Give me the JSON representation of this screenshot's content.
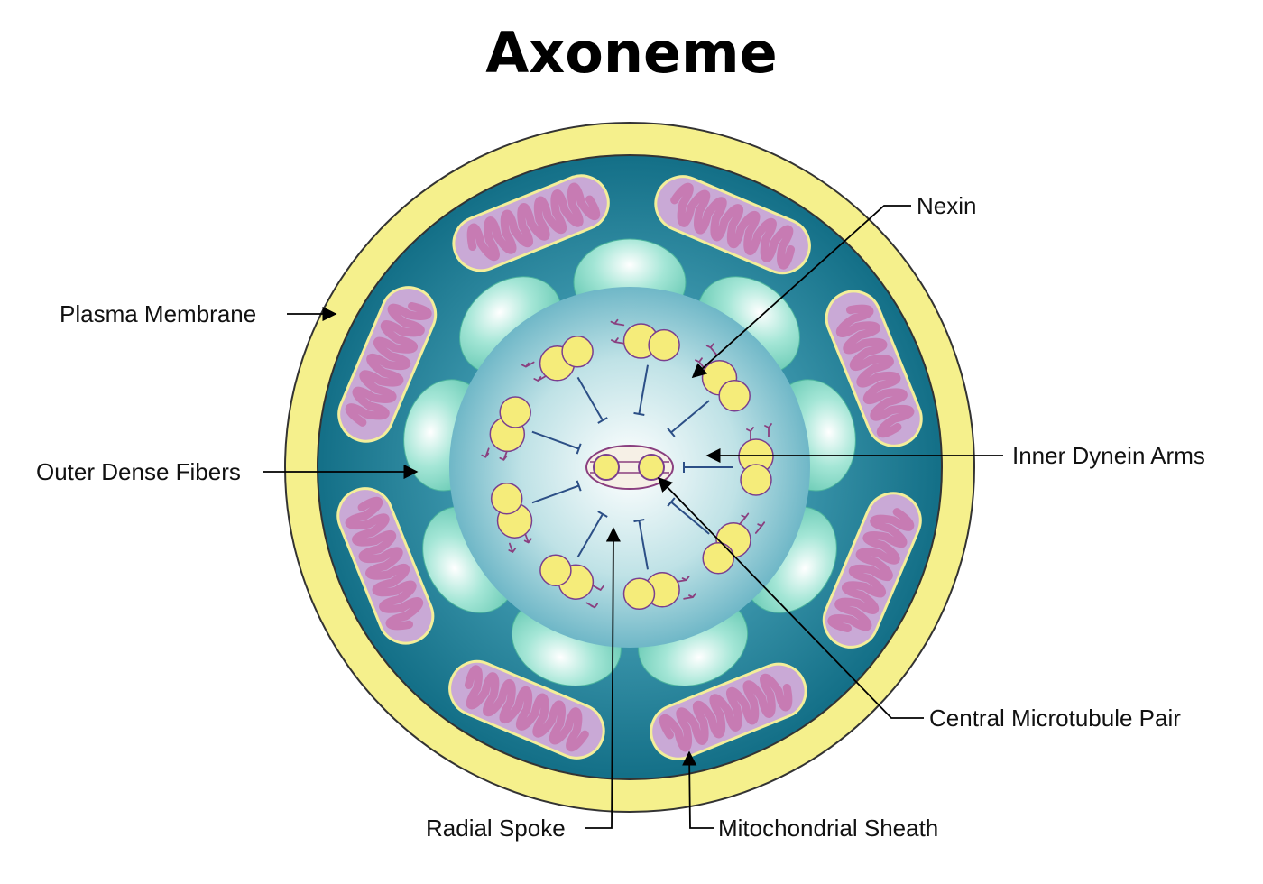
{
  "title": "Axoneme",
  "labels": {
    "nexin": "Nexin",
    "plasma_membrane": "Plasma Membrane",
    "outer_dense_fibers": "Outer Dense Fibers",
    "inner_dynein_arms": "Inner Dynein Arms",
    "central_microtubule_pair": "Central Microtubule Pair",
    "radial_spoke": "Radial Spoke",
    "mitochondrial_sheath": "Mitochondrial Sheath"
  },
  "colors": {
    "plasma_membrane": "#f5f08c",
    "membrane_outline": "#333333",
    "sheath": "#1f7f96",
    "mitochondrion_outer": "#c9a9d6",
    "mitochondrion_cristae": "#c77bb3",
    "dense_fiber": "#7fd6c4",
    "axoneme_core": "#dff3f3",
    "microtubule": "#f5ec7a",
    "microtubule_outline": "#7a3f8f",
    "spoke": "#2c4f86",
    "leader_line": "#000000"
  }
}
